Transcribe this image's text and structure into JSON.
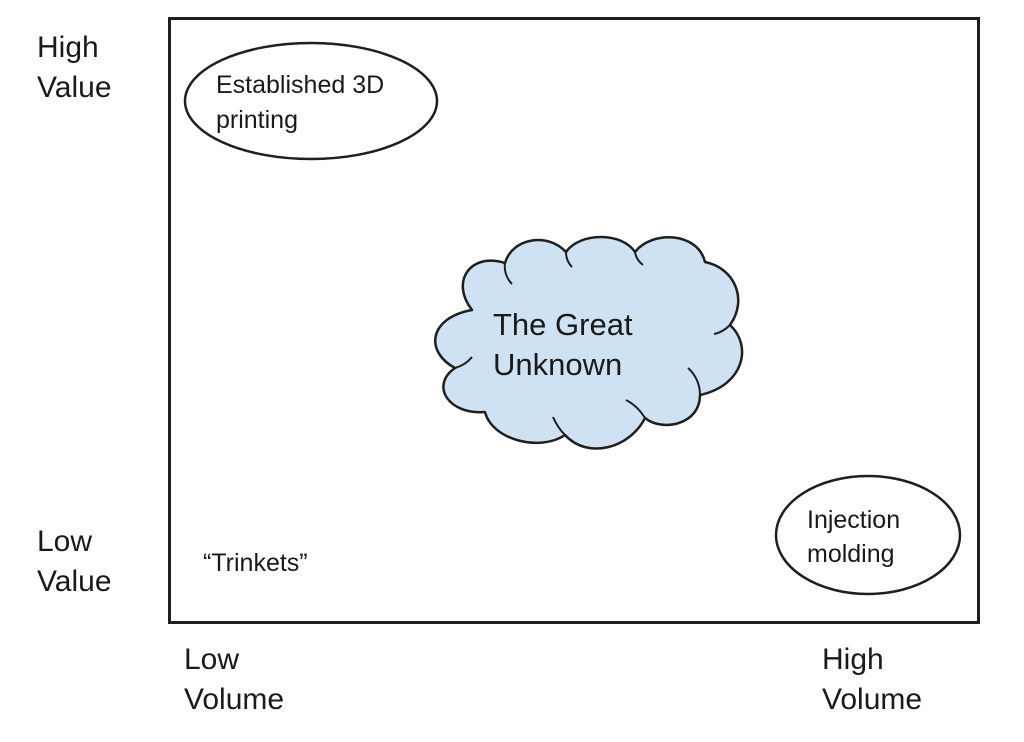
{
  "axes": {
    "y_high": [
      "High",
      "Value"
    ],
    "y_low": [
      "Low",
      "Value"
    ],
    "x_low": [
      "Low",
      "Volume"
    ],
    "x_high": [
      "High",
      "Volume"
    ]
  },
  "regions": {
    "established": [
      "Established 3D",
      "printing"
    ],
    "unknown": [
      "The Great",
      "Unknown"
    ],
    "injection": [
      "Injection",
      "molding"
    ],
    "trinkets": "“Trinkets”"
  },
  "colors": {
    "frame": "#1f1f1f",
    "cloud_fill": "#cfe2f3",
    "outline": "#1f1f1f"
  }
}
